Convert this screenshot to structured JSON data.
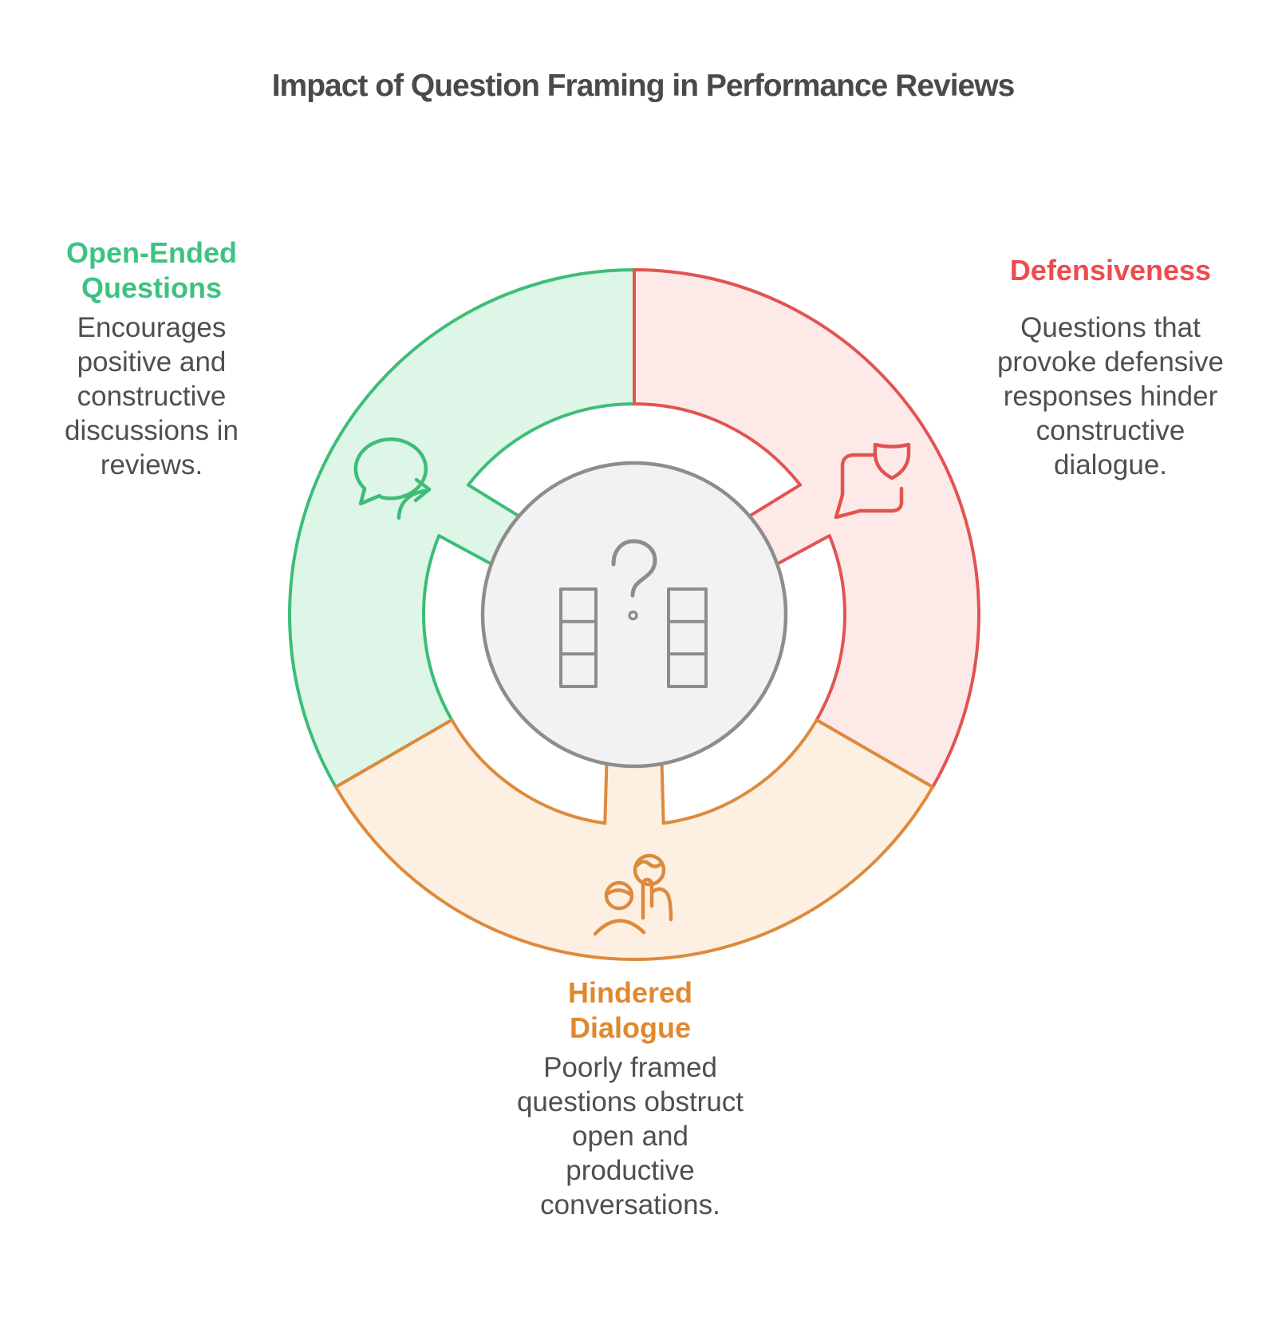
{
  "title": "Impact of Question Framing in Performance Reviews",
  "sections": {
    "open_ended": {
      "heading": "Open-Ended\nQuestions",
      "body": "Encourages\npositive and\nconstructive\ndiscussions in\nreviews.",
      "icon": "chat-bubble-arrow-icon",
      "position": "top-left"
    },
    "defensiveness": {
      "heading": "Defensiveness",
      "body": "Questions that\nprovoke defensive\nresponses hinder\nconstructive\ndialogue.",
      "icon": "speech-bubble-shield-icon",
      "position": "top-right"
    },
    "hindered": {
      "heading": "Hindered\nDialogue",
      "body": "Poorly framed\nquestions obstruct\nopen and\nproductive\nconversations.",
      "icon": "people-whisper-icon",
      "position": "bottom"
    }
  },
  "center": {
    "icon": "question-mark-comparison-icon"
  },
  "colors": {
    "green-stroke": "#3dbd78",
    "green-fill": "#ddf6e8",
    "green-text": "#3ec281",
    "red-stroke": "#e15451",
    "red-fill": "#fdeae8",
    "red-text": "#ee4b4e",
    "orange-stroke": "#dd8a3c",
    "orange-fill": "#fdf0e2",
    "orange-text": "#e0882f",
    "gray-stroke": "#8d8d8d",
    "gray-fill": "#f2f2f2",
    "title-text": "#4a4a4a",
    "body-text": "#4f4f4f"
  }
}
